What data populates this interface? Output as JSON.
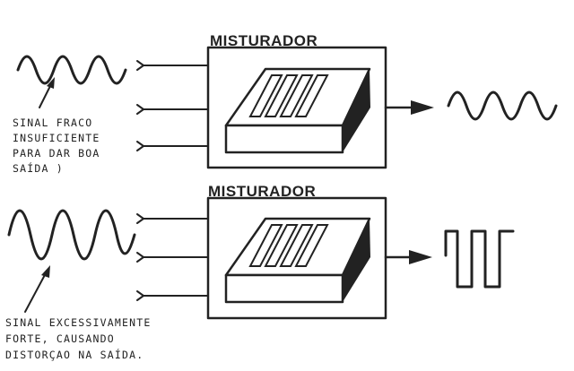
{
  "top_panel": {
    "title": "MISTURADOR",
    "note_lines": [
      "SINAL  FRACO",
      "INSUFICIENTE",
      "PARA  DAR  BOA",
      "SAÍDA )"
    ]
  },
  "bottom_panel": {
    "title": "MISTURADOR",
    "note_lines": [
      "SINAL  EXCESSIVAMENTE",
      "FORTE,  CAUSANDO",
      "DISTORÇAO  NA  SAÍDA."
    ]
  }
}
